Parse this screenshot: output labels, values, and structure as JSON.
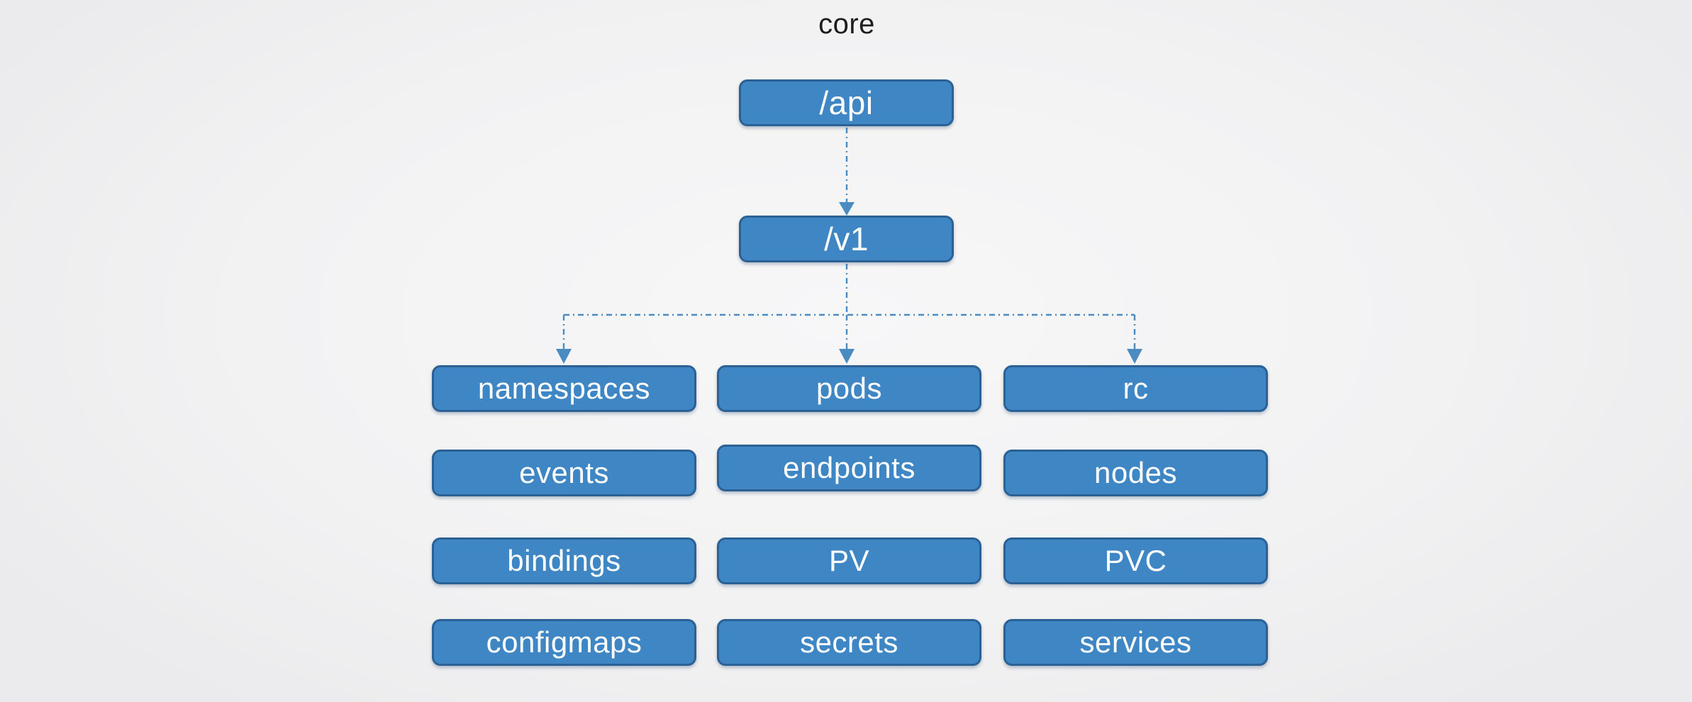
{
  "title": "core",
  "api_tree": {
    "root_label": "/api",
    "version_label": "/v1"
  },
  "resources": {
    "rows": [
      {
        "cells": [
          "namespaces",
          "pods",
          "rc"
        ]
      },
      {
        "cells": [
          "events",
          "endpoints",
          "nodes"
        ]
      },
      {
        "cells": [
          "bindings",
          "PV",
          "PVC"
        ]
      },
      {
        "cells": [
          "configmaps",
          "secrets",
          "services"
        ]
      }
    ]
  },
  "icons": {
    "arrow_down": "down-arrowhead"
  },
  "colors": {
    "box_fill": "#3e86c4",
    "box_border": "#2b6195",
    "box_text": "#ffffff",
    "connector": "#4a8cc2",
    "title_color": "#1d1d1d",
    "bg_center": "#f7f7f8",
    "bg_mid": "#f2f2f3",
    "bg_edge": "#ebebed"
  }
}
